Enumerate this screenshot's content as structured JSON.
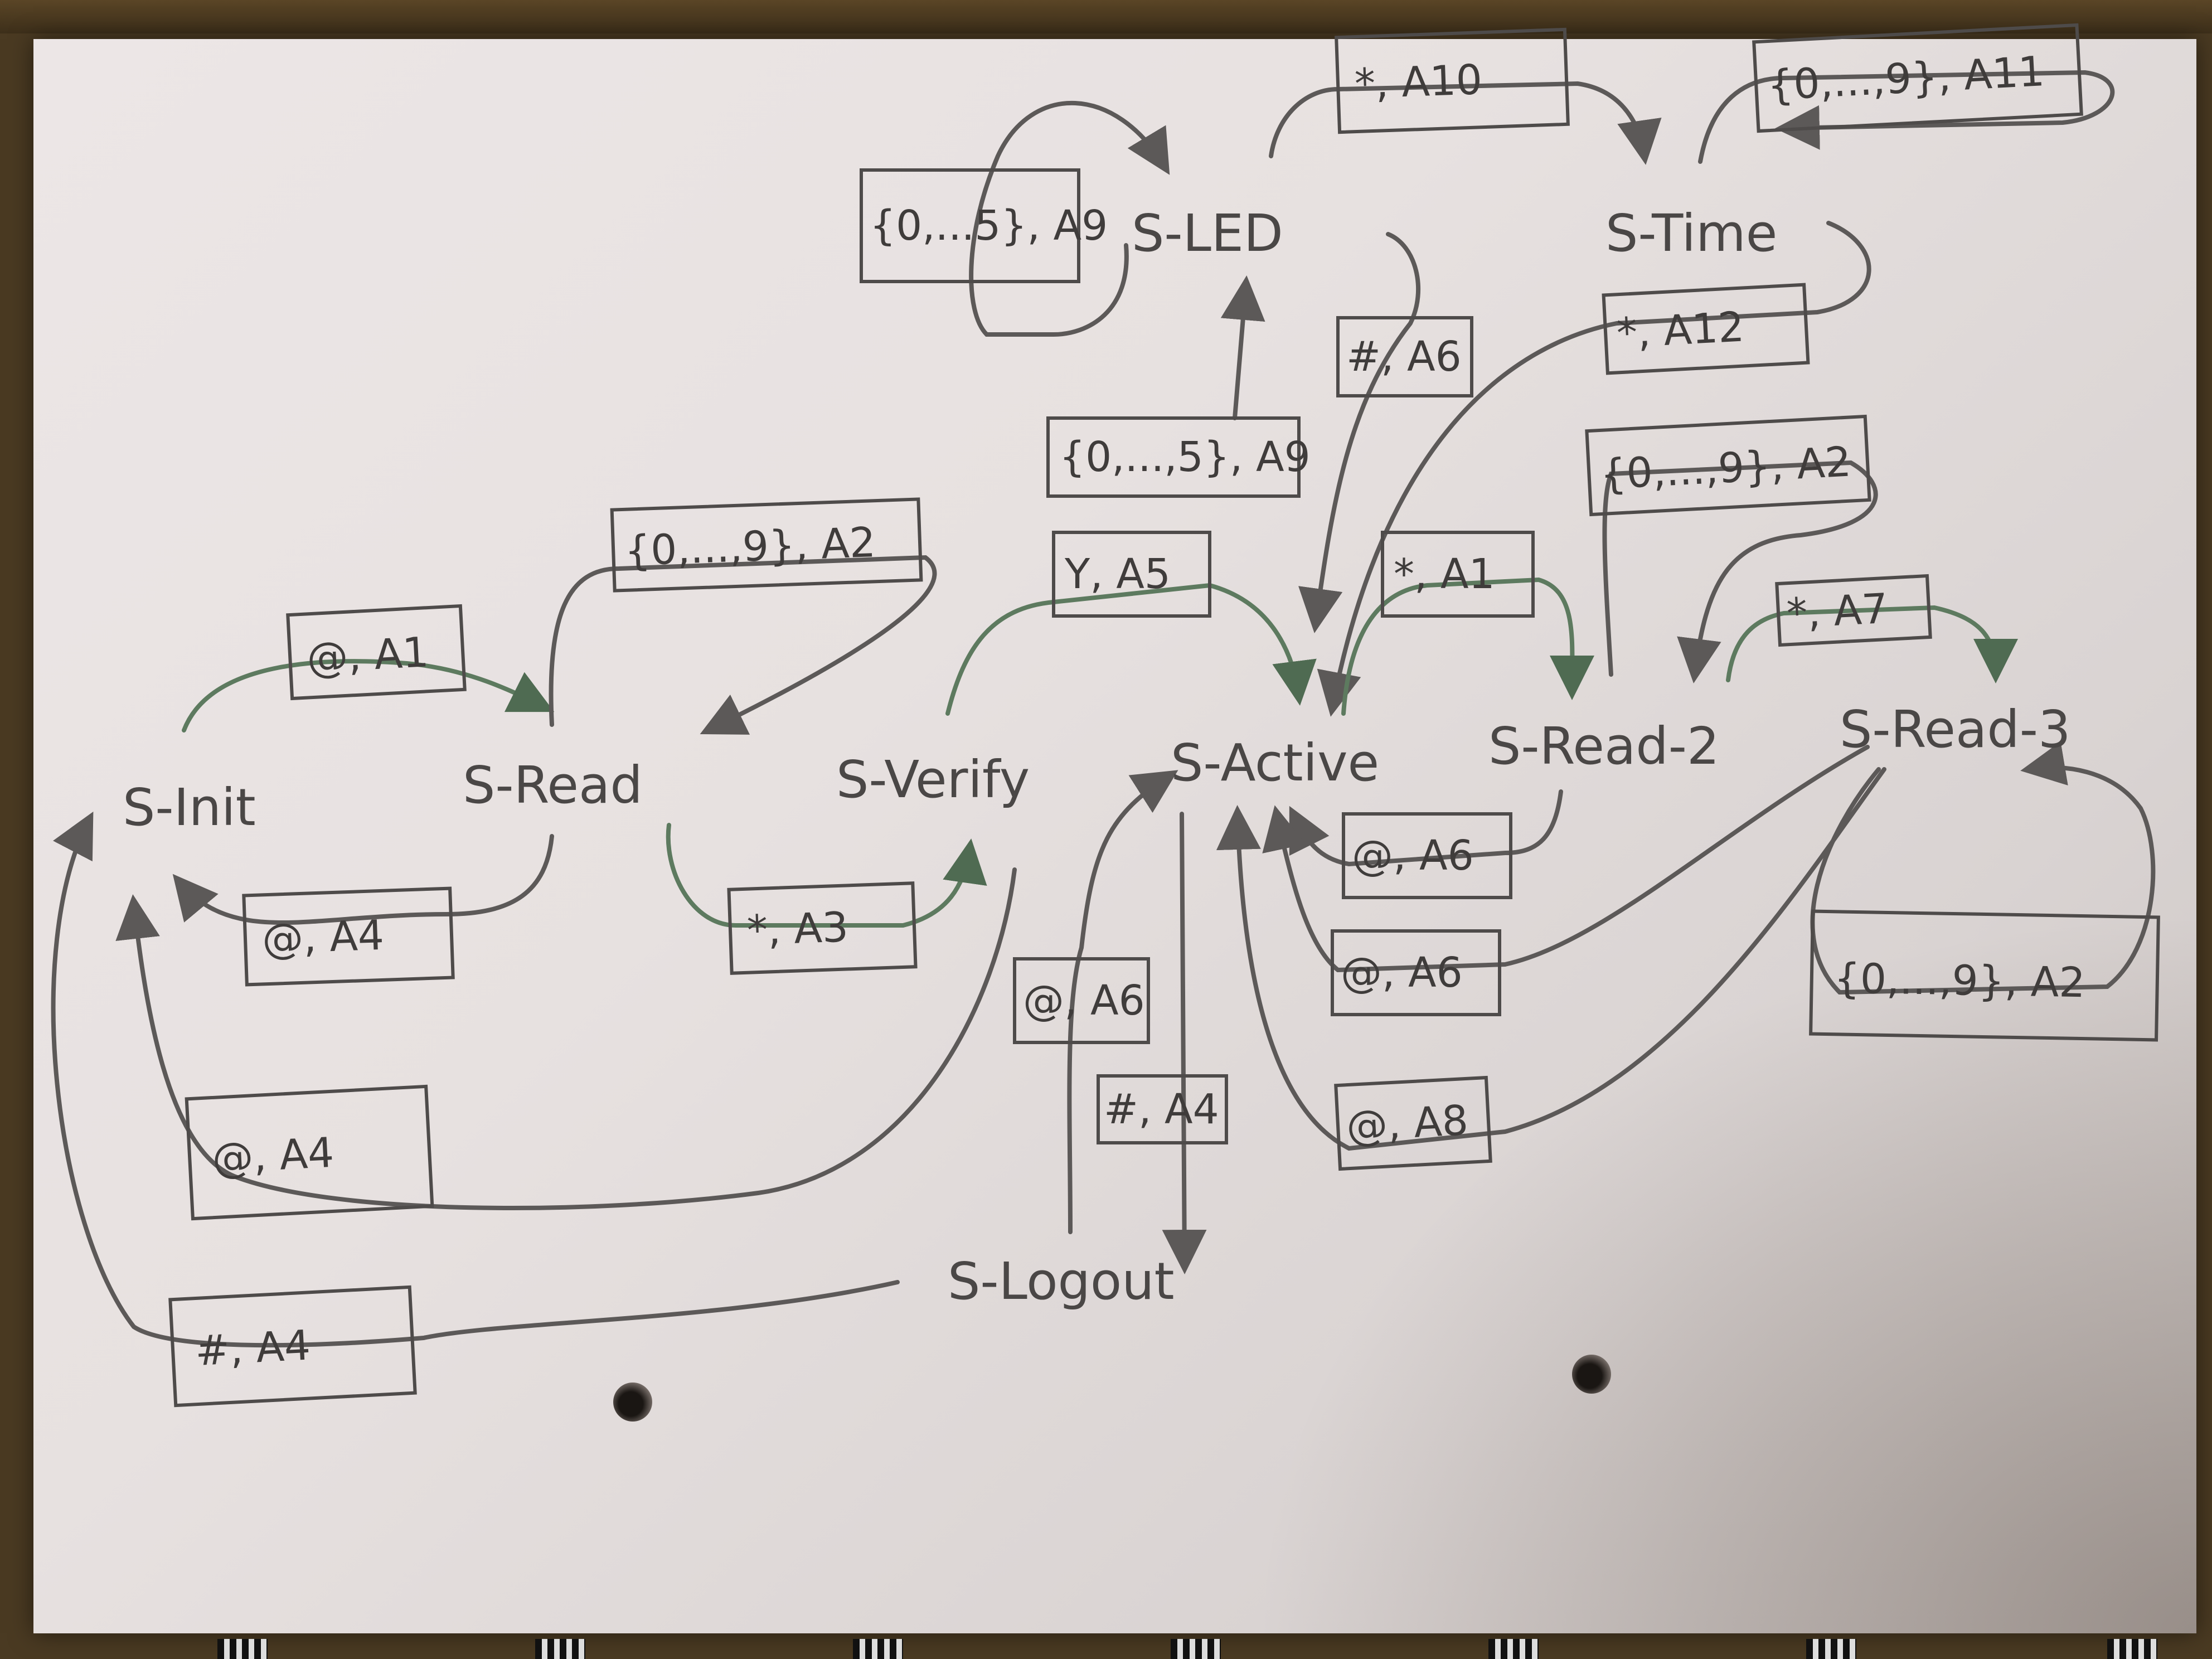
{
  "states": [
    {
      "id": "init",
      "label": "S-Init"
    },
    {
      "id": "read",
      "label": "S-Read"
    },
    {
      "id": "verify",
      "label": "S-Verify"
    },
    {
      "id": "active",
      "label": "S-Active"
    },
    {
      "id": "read2",
      "label": "S-Read-2"
    },
    {
      "id": "read3",
      "label": "S-Read-3"
    },
    {
      "id": "led",
      "label": "S-LED"
    },
    {
      "id": "time",
      "label": "S-Time"
    },
    {
      "id": "logout",
      "label": "S-Logout"
    }
  ],
  "transitions": [
    {
      "from": "init",
      "to": "read",
      "label": "@, A1"
    },
    {
      "from": "read",
      "to": "read",
      "label": "{0,...,9}, A2"
    },
    {
      "from": "read",
      "to": "init",
      "label": "@, A4"
    },
    {
      "from": "read",
      "to": "verify",
      "label": "*, A3"
    },
    {
      "from": "verify",
      "to": "active",
      "label": "Y, A5"
    },
    {
      "from": "verify",
      "to": "init",
      "label": "@, A4"
    },
    {
      "from": "logout",
      "to": "init",
      "label": "#, A4"
    },
    {
      "from": "active",
      "to": "led",
      "label": "{0,...,5}, A9"
    },
    {
      "from": "led",
      "to": "led",
      "label": "{0,...5}, A9"
    },
    {
      "from": "led",
      "to": "time",
      "label": "*, A10"
    },
    {
      "from": "time",
      "to": "time",
      "label": "{0,...,9}, A11"
    },
    {
      "from": "time",
      "to": "active",
      "label": "*, A12"
    },
    {
      "from": "led",
      "to": "active",
      "label": "#, A6"
    },
    {
      "from": "active",
      "to": "read2",
      "label": "*, A1"
    },
    {
      "from": "read2",
      "to": "read2",
      "label": "{0,...,9}, A2"
    },
    {
      "from": "read2",
      "to": "read3",
      "label": "*, A7"
    },
    {
      "from": "read2",
      "to": "active",
      "label": "@, A6"
    },
    {
      "from": "read3",
      "to": "read3",
      "label": "{0,...,9}, A2"
    },
    {
      "from": "read3",
      "to": "active",
      "label": "@, A6"
    },
    {
      "from": "read3",
      "to": "active",
      "label": "@, A8"
    },
    {
      "from": "logout",
      "to": "active",
      "label": "@, A6"
    },
    {
      "from": "active",
      "to": "logout",
      "label": "#, A4"
    }
  ],
  "colors": {
    "pencil": "#5c5958",
    "green_pencil": "#5d7a5f",
    "paper": "#e7e1e0",
    "desk": "#4a3a22"
  }
}
